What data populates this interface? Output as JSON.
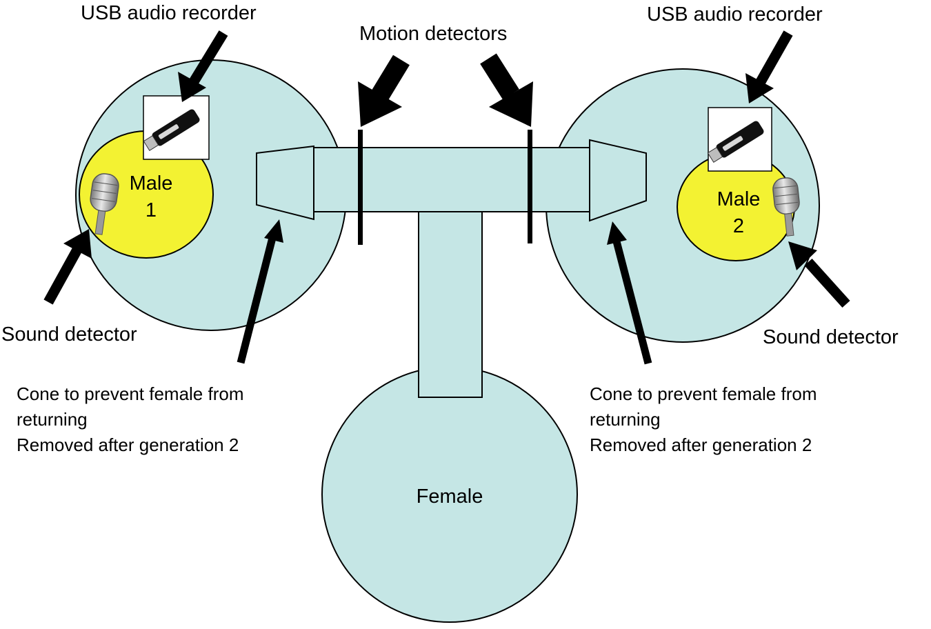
{
  "labels": {
    "usb_left": "USB audio recorder",
    "usb_right": "USB audio recorder",
    "motion": "Motion detectors",
    "male1_line1": "Male",
    "male1_line2": "1",
    "male2_line1": "Male",
    "male2_line2": "2",
    "sound_left": "Sound detector",
    "sound_right": "Sound detector",
    "cone_left_line1": "Cone to prevent female from",
    "cone_left_line2": "returning",
    "cone_left_line3": "Removed after generation 2",
    "cone_right_line1": "Cone to prevent female from",
    "cone_right_line2": "returning",
    "cone_right_line3": "Removed after generation 2",
    "female": "Female"
  },
  "colors": {
    "chamber_fill": "#c5e6e5",
    "male_area_fill": "#f3f232",
    "outline": "#000000"
  },
  "icons": {
    "recorder": "usb-recorder-icon",
    "microphone": "microphone-icon"
  }
}
